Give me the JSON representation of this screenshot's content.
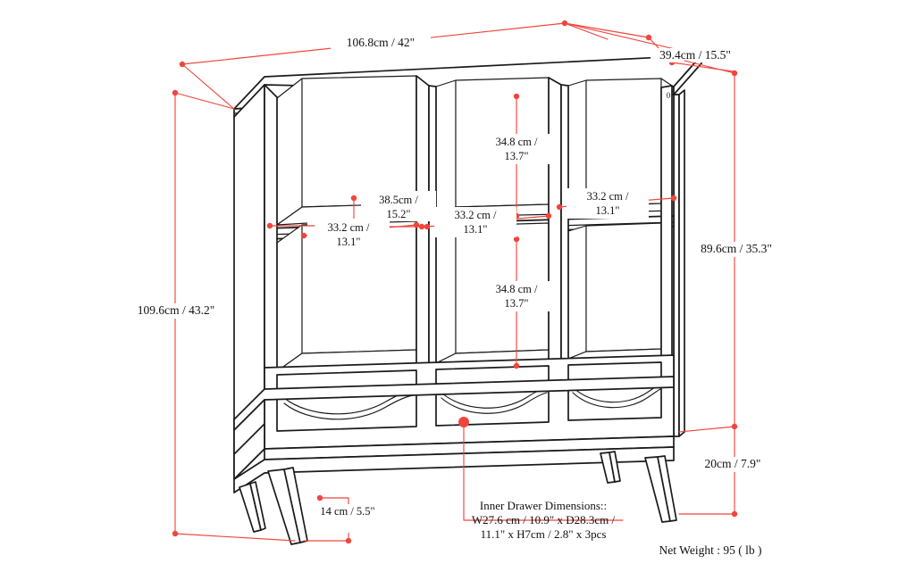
{
  "drawing": {
    "title": "Cube Bookcase with Drawers Dimension Drawing",
    "background_color": "#ffffff",
    "line_color": "#1b1b1b",
    "dimension_color": "#f1453d",
    "corner_mark": "0"
  },
  "dimensions": {
    "overall_width": "106.8cm / 42\"",
    "overall_depth": "39.4cm / 15.5\"",
    "overall_height": "109.6cm / 43.2\"",
    "cabinet_body_height": "89.6cm / 35.3\"",
    "drawer_section_height": "20cm / 7.9\"",
    "leg_height": "14 cm / 5.5\"",
    "cubby_height_upper": "34.8 cm / 13.7\"",
    "cubby_height_lower": "34.8 cm / 13.7\"",
    "cubby_depth": "38.5cm / 15.2\"",
    "cubby_width_left": "33.2 cm / 13.1\"",
    "cubby_width_center": "33.2 cm / 13.1\"",
    "cubby_width_right": "33.2 cm / 13.1\"",
    "cubby_width_left_upper": "33.2 cm / 13.1\""
  },
  "notes": {
    "inner_drawer_line1": "Inner Drawer Dimensions::",
    "inner_drawer_line2": "W27.6 cm / 10.9\" x D28.3cm /",
    "inner_drawer_line3": "11.1\" x H7cm / 2.8\" x 3pcs",
    "net_weight": "Net Weight : 95 ( lb )"
  }
}
